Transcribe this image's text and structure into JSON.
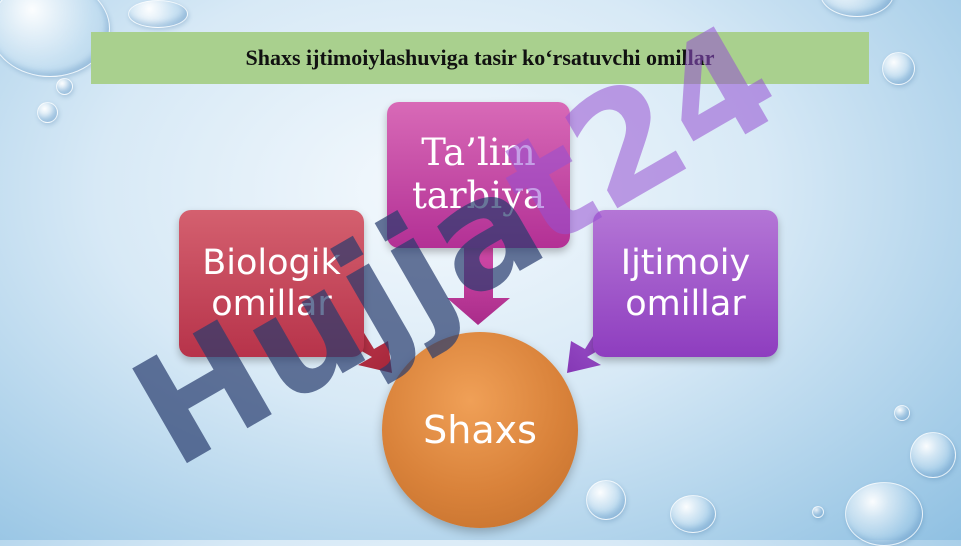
{
  "title": "Shaxs ijtimoiylashuviga tasir ko‘rsatuvchi omillar",
  "boxes": {
    "biologik": [
      "Biologik",
      "omillar"
    ],
    "talim": [
      "Ta’lim",
      "tarbiya"
    ],
    "ijtimoiy": [
      "Ijtimoiy",
      "omillar"
    ]
  },
  "center": "Shaxs",
  "watermark": {
    "dark": "Hujja",
    "light": "t24"
  },
  "colors": {
    "title_bg": "#a9d08e",
    "biologik": "#c0394e",
    "talim": "#c040a0",
    "ijtimoiy": "#9a4cc8",
    "center": "#d9823a"
  }
}
